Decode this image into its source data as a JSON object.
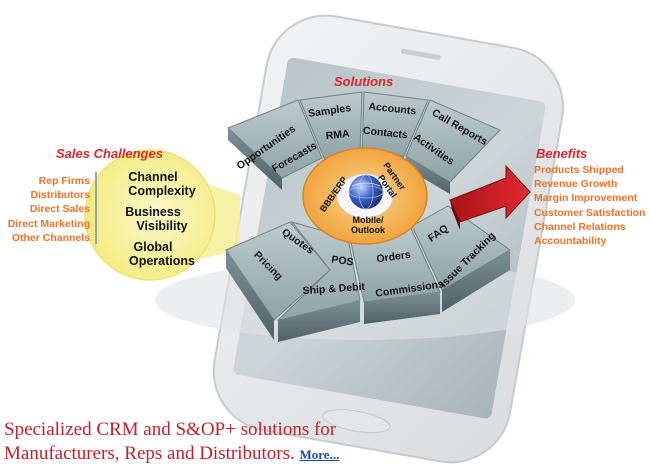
{
  "solutions_title": "Solutions",
  "challenges_title": "Sales Challenges",
  "benefits_title": "Benefits",
  "challenge_channels": [
    "Rep Firms",
    "Distributors",
    "Direct Sales",
    "Direct Marketing",
    "Other Channels"
  ],
  "challenges": [
    "Channel",
    "Complexity",
    "Business",
    "Visibility",
    "Global",
    "Operations"
  ],
  "benefits": [
    "Products Shipped",
    "Revenue Growth",
    "Margin Improvement",
    "Customer Satisfaction",
    "Channel Relations",
    "Accountability"
  ],
  "top_segments": {
    "s1": "Opportunities",
    "s2": "Forecasts",
    "s3": "Samples",
    "s4": "RMA",
    "s5": "Accounts",
    "s6": "Contacts",
    "s7": "Call Reports",
    "s8": "Activities"
  },
  "bottom_segments": {
    "b1": "Quotes",
    "b2": "Pricing",
    "b3": "POS",
    "b4": "Ship & Debit",
    "b5": "Orders",
    "b6": "Commissions",
    "b7": "FAQ",
    "b8": "Issue Tracking"
  },
  "inner_ring": {
    "bbb": "BBB/ERP",
    "partner1": "Partner",
    "partner2": "Portal",
    "mobile1": "Mobile/",
    "mobile2": "Outlook"
  },
  "footer": {
    "line1": "Specialized CRM and S&OP+ solutions for",
    "line2": "Manufacturers, Reps and Distributors.",
    "more": "More..."
  },
  "colors": {
    "accent_red": "#d8282c",
    "orange": "#e8732a",
    "segment_gray": "#9fb4b7",
    "segment_dark": "#6c8388",
    "ring_orange": "#f2a23c",
    "ellipse_yellow": "#f7f3a2",
    "footer_red": "#c21f2a",
    "link_blue": "#1f4aa6"
  },
  "icons": [
    "smartphone-icon",
    "globe-icon",
    "arrow-icon"
  ]
}
